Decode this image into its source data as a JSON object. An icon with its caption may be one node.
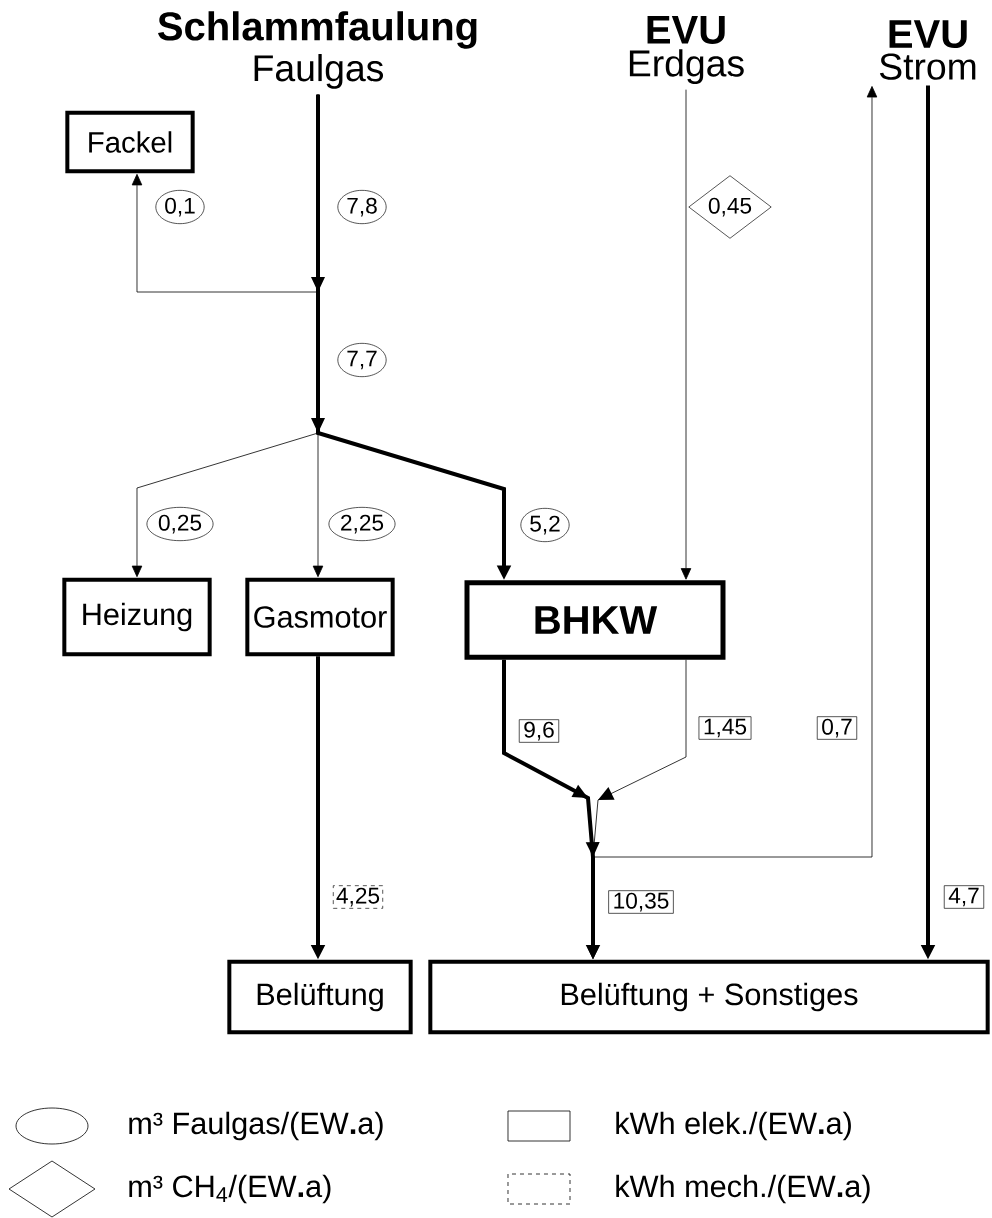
{
  "diagram": {
    "nodes": [
      {
        "text": [
          "Schlammfaulung",
          "Faulgas"
        ]
      },
      {
        "text": [
          "EVU",
          "Erdgas"
        ]
      },
      {
        "text": [
          "EVU",
          "Strom"
        ]
      },
      {
        "text": [
          "Fackel"
        ]
      },
      {
        "text": [
          "Heizung"
        ]
      },
      {
        "text": [
          "Gasmotor"
        ]
      },
      {
        "text": [
          "BHKW"
        ]
      },
      {
        "text": [
          "Belüftung"
        ]
      },
      {
        "text": [
          "Belüftung + Sonstiges"
        ]
      }
    ],
    "edges": [
      {
        "from": 0,
        "to": 3,
        "arrow": "to",
        "label": "0,1"
      },
      {
        "from": 0,
        "to": 4,
        "arrow": "to",
        "label": "0,25"
      },
      {
        "from": 0,
        "to": 5,
        "arrow": "to",
        "label": "2,25"
      },
      {
        "from": 0,
        "to": 6,
        "arrow": "to",
        "label": "5,2",
        "style": "thick"
      },
      {
        "from": 1,
        "to": 6,
        "arrow": "to",
        "label": "0,45"
      },
      {
        "from": 6,
        "to": 8,
        "arrow": "to",
        "label": "9,6",
        "style": "thick"
      },
      {
        "from": 6,
        "to": 8,
        "arrow": "to",
        "label": "1,45"
      },
      {
        "from": 6,
        "to": 2,
        "arrow": "to",
        "label": "0,7"
      },
      {
        "from": 5,
        "to": 7,
        "arrow": "to",
        "label": "4,25",
        "style": "thick"
      },
      {
        "from": 2,
        "to": 8,
        "arrow": "to",
        "label": "4,7",
        "style": "thick"
      }
    ],
    "labels": [
      "7,8",
      "7,7",
      "10,35"
    ],
    "legend": [
      {
        "text": "m³ Faulgas/(EW**.**a)"
      },
      {
        "text": "m³ CH$_{4}$/(EW**.**a)"
      },
      {
        "text": "kWh elek./(EW**.**a)"
      },
      {
        "text": "kWh mech./(EW**.**a)"
      }
    ]
  }
}
